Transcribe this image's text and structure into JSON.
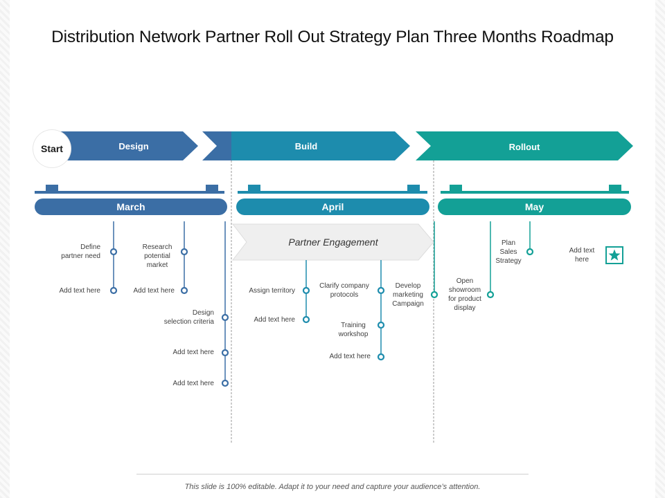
{
  "title": "Distribution Network Partner Roll Out Strategy Plan Three Months Roadmap",
  "start_label": "Start",
  "phases": [
    "Design",
    "Build",
    "Rollout"
  ],
  "months": [
    "March",
    "April",
    "May"
  ],
  "banner": "Partner Engagement",
  "colors": {
    "design": "#3b6ea5",
    "build": "#1d8cad",
    "rollout": "#13a096"
  },
  "march": {
    "define": "Define\npartner need",
    "add1": "Add text here",
    "research": "Research\npotential\nmarket",
    "add2": "Add text here",
    "design_sel": "Design\nselection criteria",
    "add3": "Add text here",
    "add4": "Add text here"
  },
  "april": {
    "assign": "Assign territory",
    "add1": "Add text here",
    "clarify": "Clarify company\nprotocols",
    "training": "Training\nworkshop",
    "add2": "Add text here",
    "develop": "Develop\nmarketing\nCampaign"
  },
  "may": {
    "showroom": "Open\nshowroom\nfor product\ndisplay",
    "plan": "Plan\nSales\nStrategy",
    "add1": "Add text\nhere",
    "star_icon": "star-icon"
  },
  "footer": "This slide is 100% editable. Adapt it to your need and capture your audience’s attention."
}
